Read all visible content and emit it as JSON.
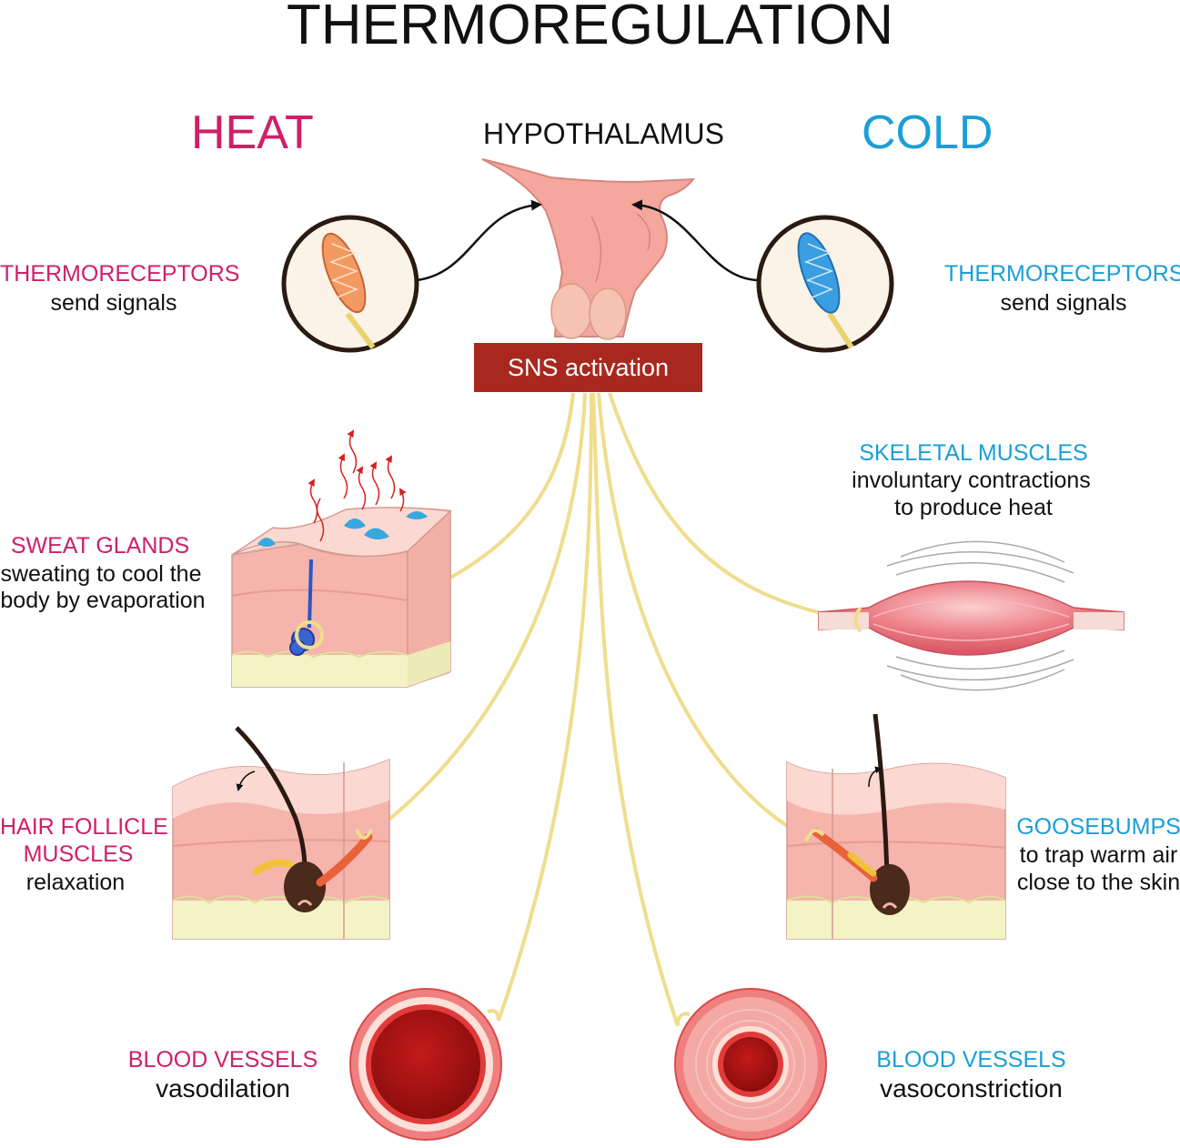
{
  "title": "THERMOREGULATION",
  "heat_header": "HEAT",
  "cold_header": "COLD",
  "hypothalamus_label": "HYPOTHALAMUS",
  "sns_label": "SNS activation",
  "colors": {
    "heat": "#d01f6a",
    "cold": "#1a9fd7",
    "sns_box": "#a8281f",
    "nerve": "#f0dd8c",
    "skin": "#f5b4ac",
    "fat": "#f3f3c6"
  },
  "heat": {
    "thermoreceptors": {
      "title": "THERMORECEPTORS",
      "text": "send signals"
    },
    "sweat_glands": {
      "title": "SWEAT GLANDS",
      "lines": [
        "sweating to cool the",
        "body by evaporation"
      ]
    },
    "hair_follicle": {
      "title_lines": [
        "HAIR FOLLICLE",
        "MUSCLES"
      ],
      "text": "relaxation"
    },
    "blood_vessels": {
      "title": "BLOOD VESSELS",
      "text": "vasodilation"
    }
  },
  "cold": {
    "thermoreceptors": {
      "title": "THERMORECEPTORS",
      "text": "send signals"
    },
    "skeletal_muscles": {
      "title": "SKELETAL MUSCLES",
      "lines": [
        "involuntary contractions",
        "to produce heat"
      ]
    },
    "goosebumps": {
      "title": "GOOSEBUMPS",
      "lines": [
        "to trap warm air",
        "close to the skin"
      ]
    },
    "blood_vessels": {
      "title": "BLOOD VESSELS",
      "text": "vasoconstriction"
    }
  }
}
